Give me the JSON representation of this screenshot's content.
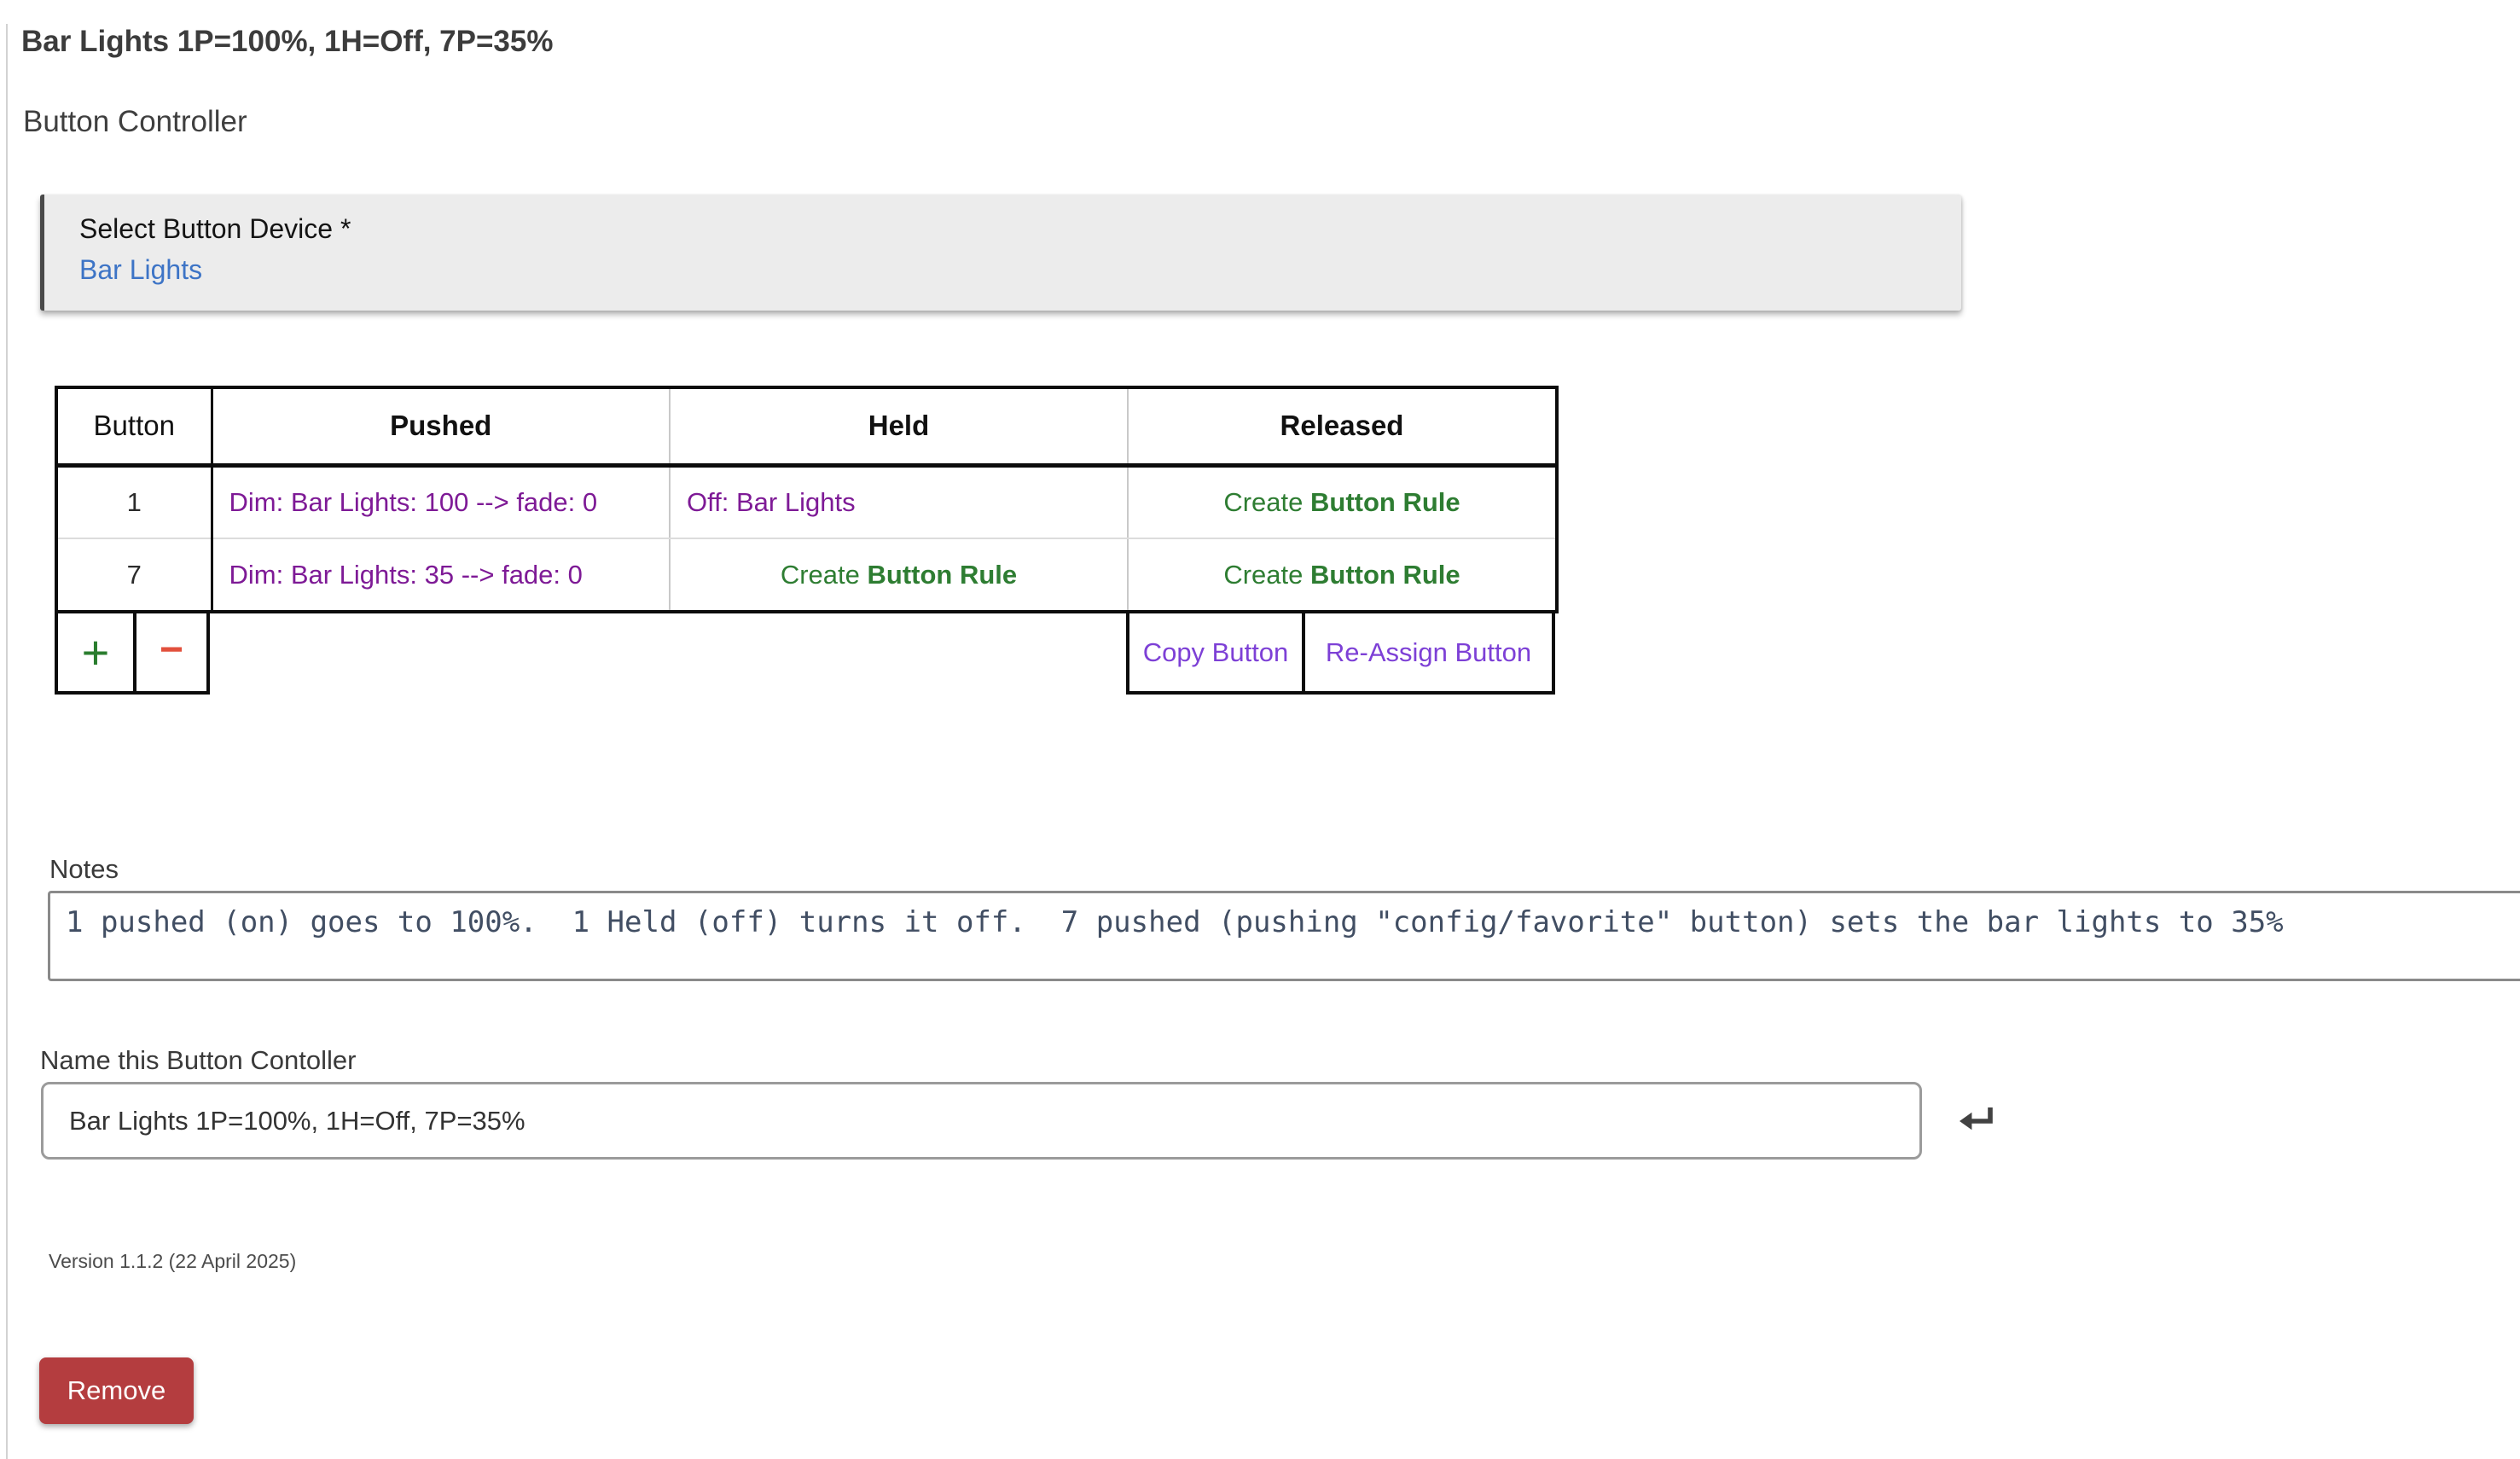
{
  "header": {
    "title": "Bar Lights 1P=100%, 1H=Off, 7P=35%",
    "app_name": "Button Controller"
  },
  "device_selector": {
    "label": "Select Button Device *",
    "device_link": "Bar Lights"
  },
  "buttons_table": {
    "columns": {
      "button": "Button",
      "pushed": "Pushed",
      "held": "Held",
      "released": "Released"
    },
    "rows": [
      {
        "button": "1",
        "pushed": "Dim: Bar Lights: 100 --> fade: 0",
        "held": "Off: Bar Lights"
      },
      {
        "button": "7",
        "pushed": "Dim: Bar Lights: 35 --> fade: 0"
      }
    ],
    "create_rule": {
      "prefix": "Create",
      "bold": "Button Rule"
    },
    "add_label": "+",
    "delete_label": "−",
    "copy_label": "Copy Button",
    "reassign_label": "Re-Assign Button"
  },
  "notes": {
    "label": "Notes",
    "value": "1 pushed (on) goes to 100%.  1 Held (off) turns it off.  7 pushed (pushing \"config/favorite\" button) sets the bar lights to 35%"
  },
  "name_field": {
    "label": "Name this Button Contoller",
    "value": "Bar Lights 1P=100%, 1H=Off, 7P=35%"
  },
  "footer": {
    "version": "Version 1.1.2 (22 April 2025)",
    "remove_label": "Remove"
  },
  "icons": {
    "enter": "return-arrow-icon"
  },
  "colors": {
    "action_text": "#7e1a96",
    "create_rule_green": "#2e7d32",
    "footer_link_violet": "#7d40d6",
    "device_link_blue": "#3d74c6",
    "remove_button_red": "#b43d3f",
    "add_green": "#2a7d2e",
    "delete_red": "#e2503c"
  }
}
